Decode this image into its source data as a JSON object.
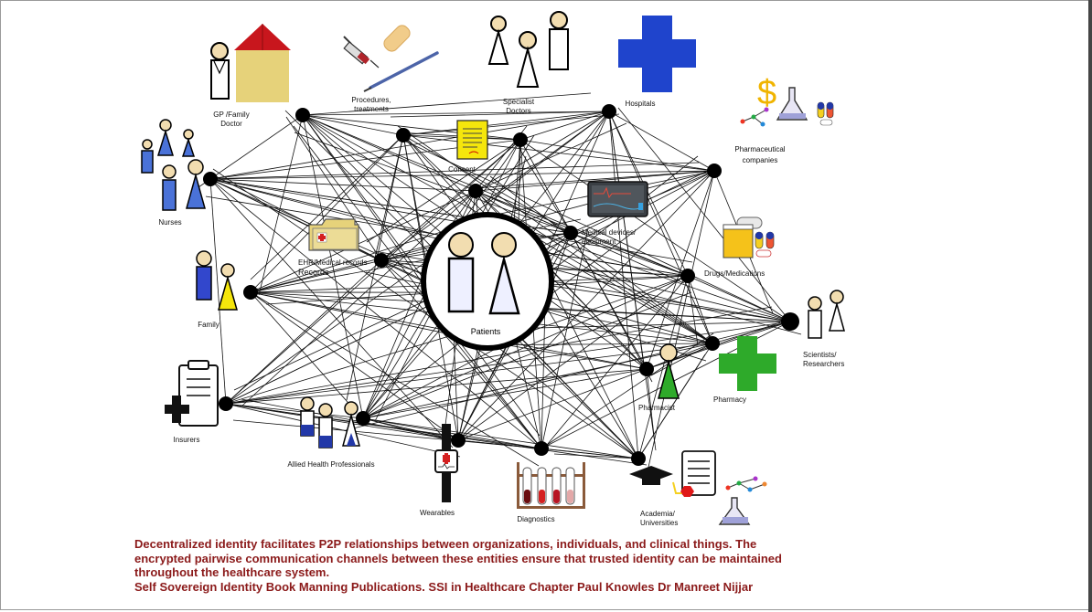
{
  "diagram": {
    "center_label": "Patients",
    "labels": {
      "gp": [
        "GP /Family",
        "Doctor"
      ],
      "procedures": [
        "Procedures,",
        "treatments"
      ],
      "specialist": [
        "Specialist",
        "Doctors"
      ],
      "hospitals": "Hospitals",
      "pharma": [
        "Pharmaceutical",
        "companies"
      ],
      "nurses": "Nurses",
      "consent": "Consent",
      "medical_devices": [
        "Medical devices/",
        "equipment"
      ],
      "ehr": "EHR/Medical records",
      "records": "Records",
      "drugs": "Drugs/Medications",
      "family": "Family",
      "scientists": [
        "Scientists/",
        "Researchers"
      ],
      "pharmacy": "Pharmacy",
      "pharmacist": "Pharmacist",
      "insurers": "Insurers",
      "allied": "Allied Health Professionals",
      "wearables": "Wearables",
      "diagnostics": "Diagnostics",
      "academia": [
        "Academia/",
        "Universities"
      ],
      "dollar_symbol": "$"
    }
  },
  "caption": {
    "line1": "Decentralized identity facilitates P2P relationships between organizations, individuals, and clinical things. The",
    "line2": "encrypted pairwise communication channels between these entities ensure that trusted identity can be maintained",
    "line3": "throughout the healthcare system.",
    "line4": "Self Sovereign Identity Book  Manning Publications.  SSI in Healthcare Chapter Paul Knowles Dr Manreet Nijjar"
  },
  "colors": {
    "caption": "#8b1a1a",
    "hospital_cross": "#1f44cc",
    "pharmacy_cross": "#2eaa2a",
    "house_roof": "#c8161d",
    "house_body": "#e6d27a",
    "consent_doc": "#f5e60c"
  }
}
